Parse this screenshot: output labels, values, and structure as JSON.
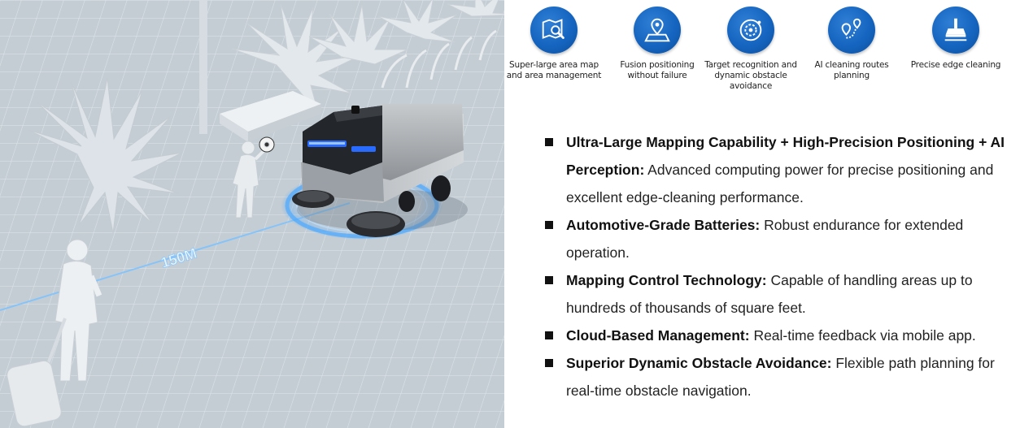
{
  "illustration": {
    "distance_label": "150M"
  },
  "features": [
    {
      "icon": "map-search-icon",
      "caption": "Super-large area map and area management"
    },
    {
      "icon": "location-pin-map-icon",
      "caption": "Fusion positioning without failure"
    },
    {
      "icon": "target-radar-icon",
      "caption": "Target recognition and dynamic obstacle avoidance"
    },
    {
      "icon": "route-pins-icon",
      "caption": "AI cleaning routes planning"
    },
    {
      "icon": "edge-brush-icon",
      "caption": "Precise edge cleaning"
    }
  ],
  "bullets": [
    {
      "title": "Ultra-Large Mapping Capability + High-Precision Positioning + AI Perception:",
      "text": " Advanced computing power for precise positioning and excellent edge-cleaning performance."
    },
    {
      "title": "Automotive-Grade Batteries:",
      "text": " Robust endurance for extended operation."
    },
    {
      "title": "Mapping Control Technology:",
      "text": " Capable of handling areas up to hundreds of thousands of square feet."
    },
    {
      "title": "Cloud-Based Management:",
      "text": " Real-time feedback via mobile app."
    },
    {
      "title": "Superior Dynamic Obstacle Avoidance:",
      "text": " Flexible path planning for real-time obstacle navigation."
    }
  ],
  "colors": {
    "icon_blue": "#1565c0",
    "scan_ring": "#4aa8ff",
    "pavement": "#b9c3cc"
  }
}
